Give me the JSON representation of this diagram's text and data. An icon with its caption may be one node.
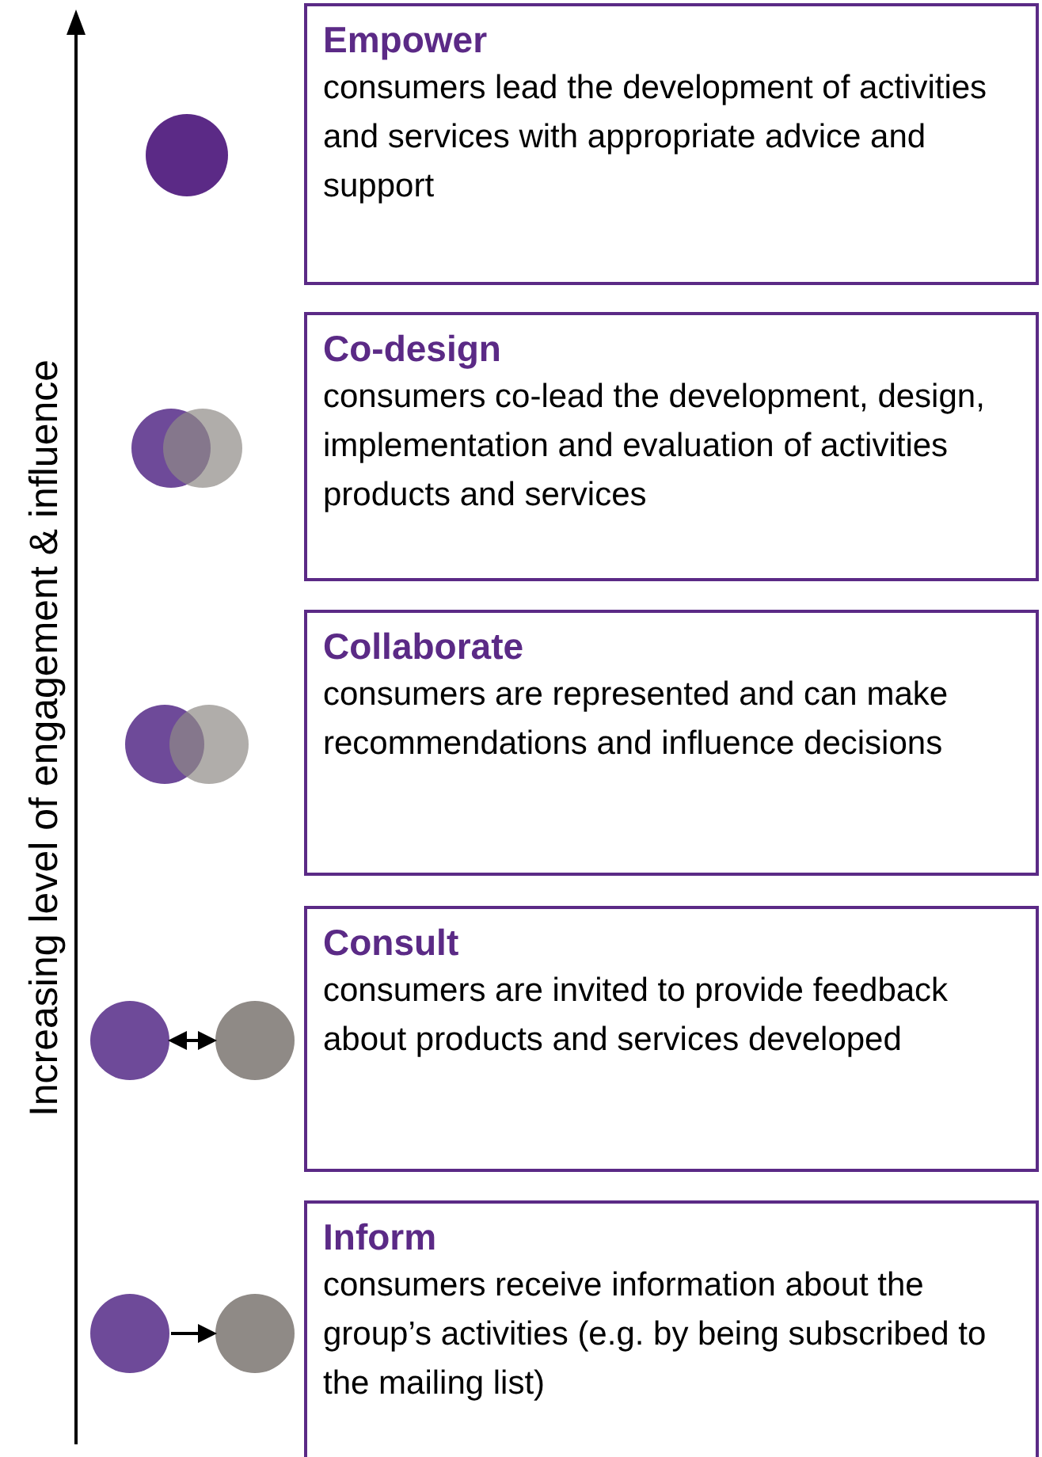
{
  "diagram": {
    "nodes": [
      {
        "text": [],
        "shape": "circle"
      },
      {
        "text": [
          "Empower",
          "consumers lead the development of activities and services with appropriate advice and support"
        ]
      },
      {
        "text": [],
        "shape": "circle"
      },
      {
        "text": [],
        "shape": "circle"
      },
      {
        "text": [
          "Co-design",
          "consumers co-lead the development, design, implementation and evaluation of activities products and services"
        ]
      },
      {
        "text": [],
        "shape": "circle"
      },
      {
        "text": [],
        "shape": "circle"
      },
      {
        "text": [
          "Collaborate",
          "consumers are represented and can make recommendations and influence decisions"
        ]
      },
      {
        "text": [],
        "shape": "circle"
      },
      {
        "text": [],
        "shape": "circle"
      },
      {
        "text": [
          "Consult",
          "consumers are invited to provide feedback about products and services developed"
        ]
      },
      {
        "text": [],
        "shape": "circle"
      },
      {
        "text": [],
        "shape": "circle"
      },
      {
        "text": [
          "Inform",
          "consumers receive information about the group’s activities (e.g. by being subscribed to the mailing list)"
        ]
      }
    ],
    "edges": [
      {
        "from": 8,
        "to": 9,
        "arrow": "both"
      },
      {
        "from": 11,
        "to": 12,
        "arrow": "to"
      }
    ],
    "labels": [
      "Increasing level of engagement & influence"
    ]
  }
}
